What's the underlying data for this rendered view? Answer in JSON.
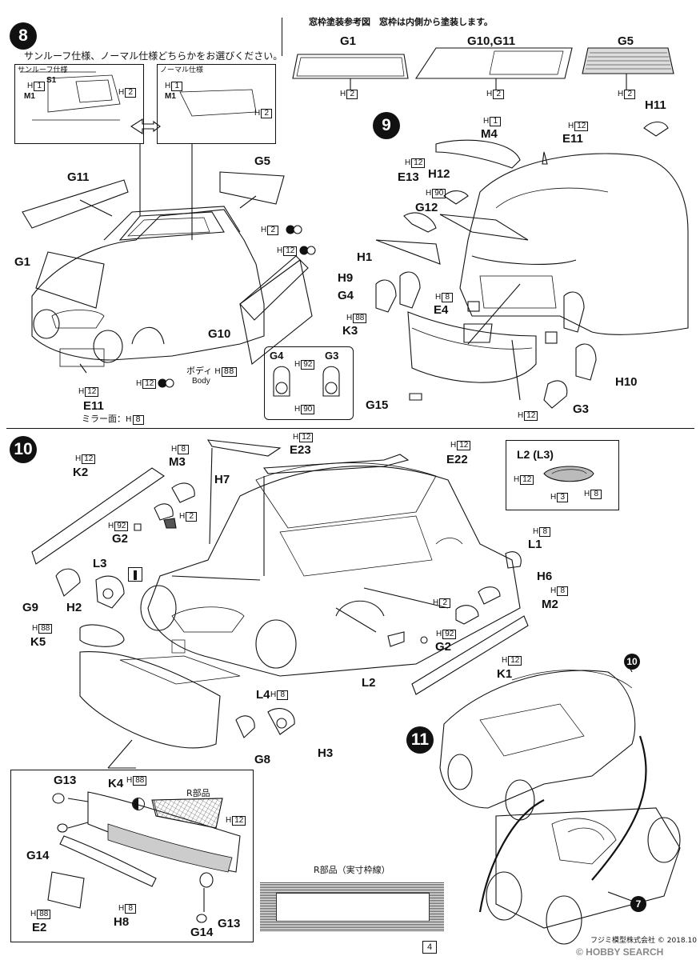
{
  "steps": {
    "s8": "8",
    "s9": "9",
    "s10": "10",
    "s11": "11",
    "s7_ref": "7",
    "s10_ref": "10"
  },
  "header": {
    "window_title": "窓枠塗装参考図　窓枠は内側から塗装します。",
    "glass_labels": {
      "g1": "G1",
      "g10_11": "G10,G11",
      "g5": "G5"
    },
    "glass_paint": {
      "g1": "2",
      "g10_11": "2",
      "g5": "2"
    }
  },
  "step8": {
    "instruction": "サンルーフ仕様、ノーマル仕様どちらかをお選びください。",
    "sunroof_title": "サンルーフ仕様",
    "normal_title": "ノーマル仕様",
    "sunroof_parts": {
      "s1": "S1",
      "m1": "M1",
      "h1": "1",
      "h2": "2"
    },
    "normal_parts": {
      "m1": "M1",
      "h1": "1",
      "h2": "2"
    },
    "labels": {
      "g11": "G11",
      "g5": "G5",
      "g1": "G1",
      "g10": "G10",
      "e11": "E11"
    },
    "paints": {
      "g5_h": "2",
      "g10_h": "12",
      "body_h": "88",
      "e11_h": "12",
      "wheel_h": "12"
    },
    "body_jp": "ボディ",
    "body_en": "Body",
    "mirror_note": "ミラー面：",
    "mirror_code": "8",
    "g4g3": {
      "g4": "G4",
      "g3": "G3",
      "top_h": "92",
      "bottom_h": "90"
    }
  },
  "step9": {
    "labels": {
      "m4": "M4",
      "h11": "H11",
      "e11": "E11",
      "e13": "E13",
      "h12": "H12",
      "g12": "G12",
      "h1": "H1",
      "h9": "H9",
      "g4": "G4",
      "e4": "E4",
      "k3": "K3",
      "h10": "H10",
      "g15": "G15",
      "g3": "G3"
    },
    "paints": {
      "m4_h": "1",
      "e11_h": "12",
      "e13_h": "12",
      "h12_h": "90",
      "e4_h": "8",
      "k3_h": "88",
      "g15_h": "12"
    }
  },
  "step10": {
    "labels": {
      "k2": "K2",
      "m3": "M3",
      "h7": "H7",
      "g2a": "G2",
      "l3": "L3",
      "g9": "G9",
      "h2": "H2",
      "k5": "K5",
      "e23": "E23",
      "e22": "E22",
      "l1": "L1",
      "h6": "H6",
      "m2": "M2",
      "g2b": "G2",
      "k1": "K1",
      "l2": "L2",
      "l4": "L4",
      "g8": "G8",
      "h3": "H3"
    },
    "paints": {
      "k2_h": "12",
      "m3_h": "8",
      "h7_h": "2",
      "g2a_h": "92",
      "k5_h": "88",
      "e23_h": "12",
      "e22_h": "12",
      "l1_h": "8",
      "m2_h": "8",
      "h6_h": "2",
      "g2b_h": "92",
      "k1_h": "12",
      "l4_h": "8"
    },
    "l2l3": {
      "title": "L2 (L3)",
      "h12": "12",
      "h3": "3",
      "h8": "8"
    }
  },
  "step10_detail": {
    "labels": {
      "g13a": "G13",
      "k4": "K4",
      "r_parts": "R部品",
      "g14a": "G14",
      "e2": "E2",
      "h8": "H8",
      "g14b": "G14",
      "g13b": "G13"
    },
    "paints": {
      "k4_h": "88",
      "r_h": "12",
      "e2_h": "88",
      "h8_h": "8"
    }
  },
  "r_parts_box": {
    "title": "R部品（実寸枠線）"
  },
  "footer": {
    "page": "4",
    "copyright": "フジミ模型株式会社 © 2018.10",
    "watermark": "© HOBBY SEARCH"
  }
}
